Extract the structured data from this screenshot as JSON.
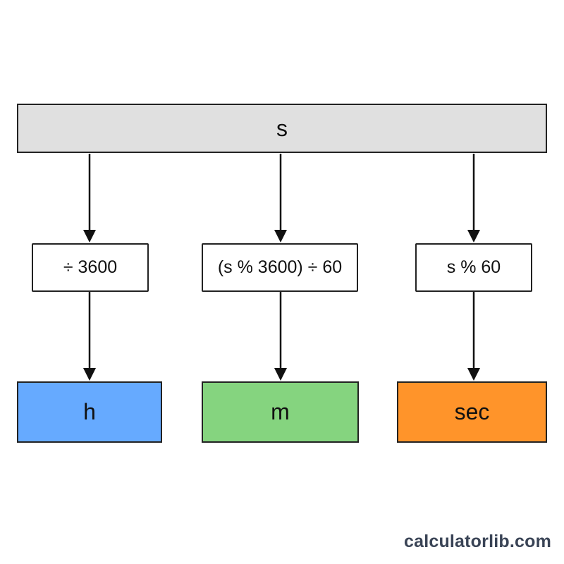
{
  "input": {
    "label": "s"
  },
  "operations": [
    {
      "id": "hours",
      "label": "÷ 3600"
    },
    {
      "id": "minutes",
      "label": "(s % 3600) ÷ 60"
    },
    {
      "id": "seconds",
      "label": "s % 60"
    }
  ],
  "outputs": [
    {
      "id": "hours",
      "label": "h",
      "color": "#66aaff"
    },
    {
      "id": "minutes",
      "label": "m",
      "color": "#85d47f"
    },
    {
      "id": "seconds",
      "label": "sec",
      "color": "#ff942a"
    }
  ],
  "colors": {
    "input_fill": "#e0e0e0",
    "stroke": "#222222",
    "watermark": "#3a4456"
  },
  "watermark": "calculatorlib.com"
}
